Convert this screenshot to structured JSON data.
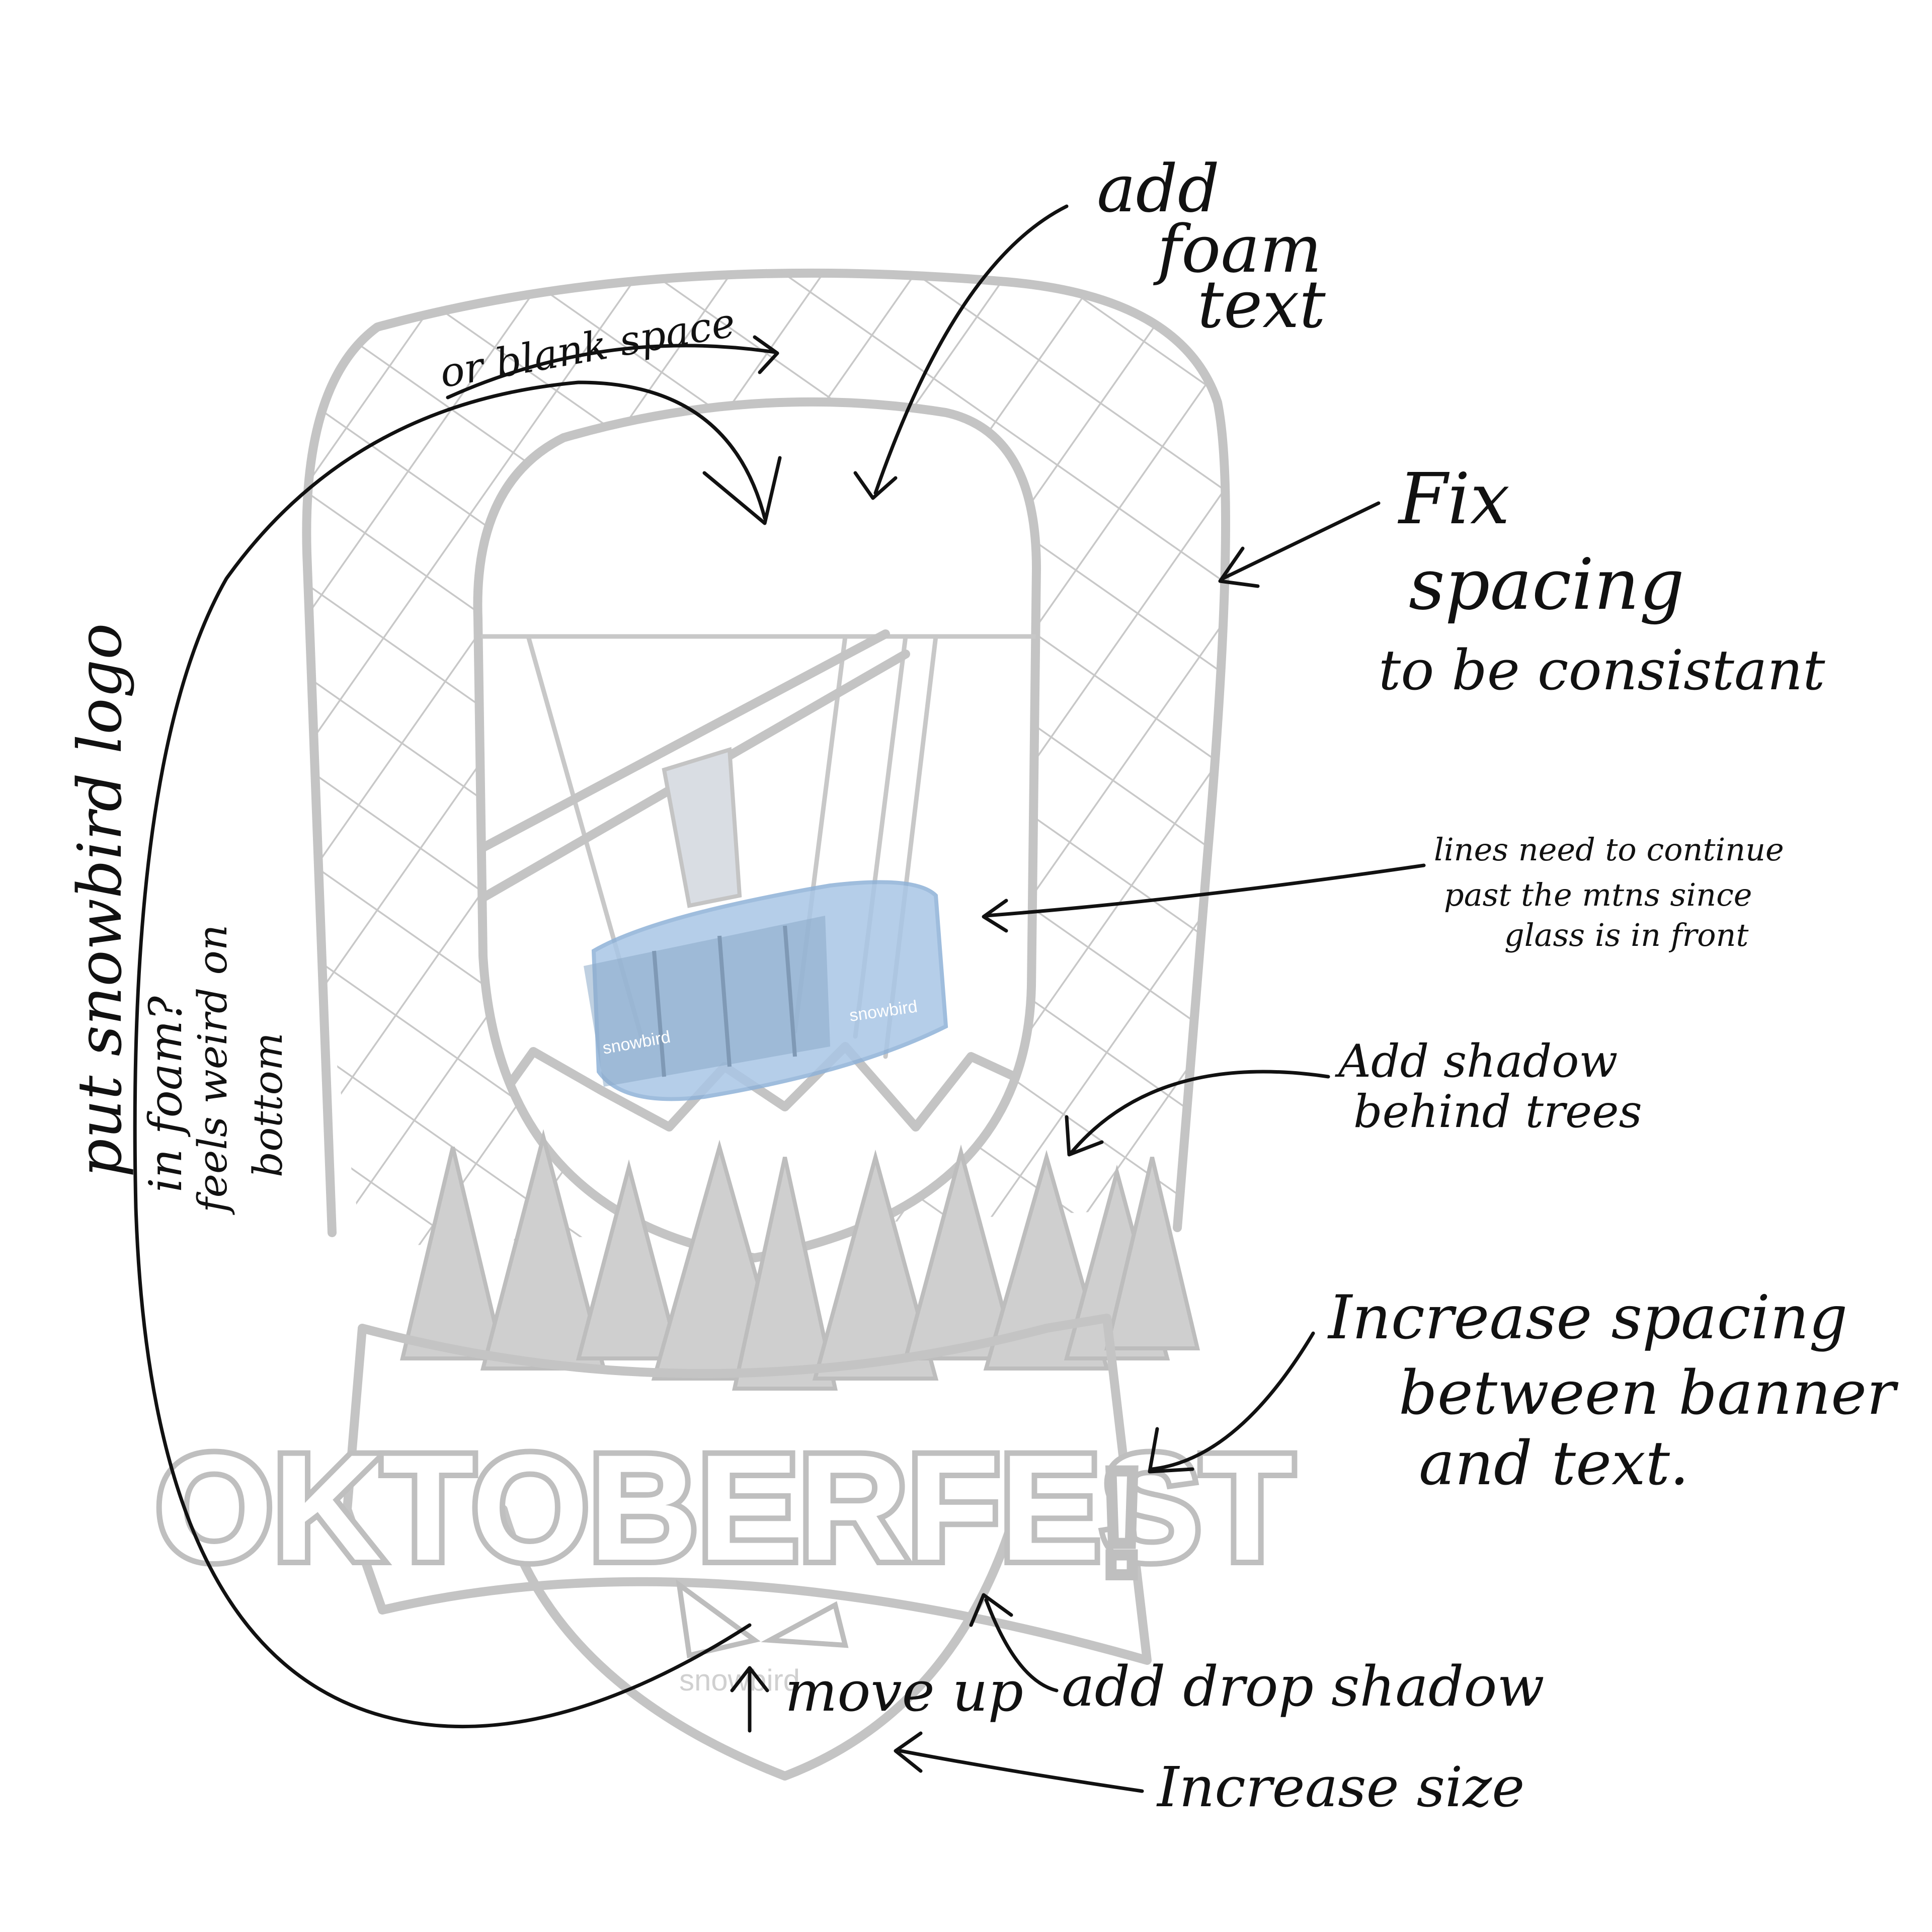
{
  "artwork": {
    "banner_text": "OKTOBERFEST",
    "exclamation": "!",
    "logo_text": "snowbird",
    "gondola_brand": "snowbird",
    "colors": {
      "sketch_grey": "#c4c4c4",
      "ink": "#111111",
      "gondola_blue": "#a9c6e6",
      "background": "#ffffff"
    }
  },
  "annotations": {
    "foam_text": [
      "add",
      "foam",
      "text"
    ],
    "blank_space": "or blank space",
    "fix_spacing": [
      "Fix",
      "spacing",
      "to be consistant"
    ],
    "lines": [
      "lines need to continue",
      "past the mtns since",
      "glass is in front"
    ],
    "shadow_trees": [
      "Add shadow",
      "behind trees"
    ],
    "banner_spacing": [
      "Increase spacing",
      "between banner",
      "and text."
    ],
    "snowbird_logo": [
      "put snowbird logo",
      "in foam?",
      "feels weird on",
      "bottom"
    ],
    "move_up": "move up",
    "drop_shadow": "add drop shadow",
    "increase_size": "Increase size"
  }
}
